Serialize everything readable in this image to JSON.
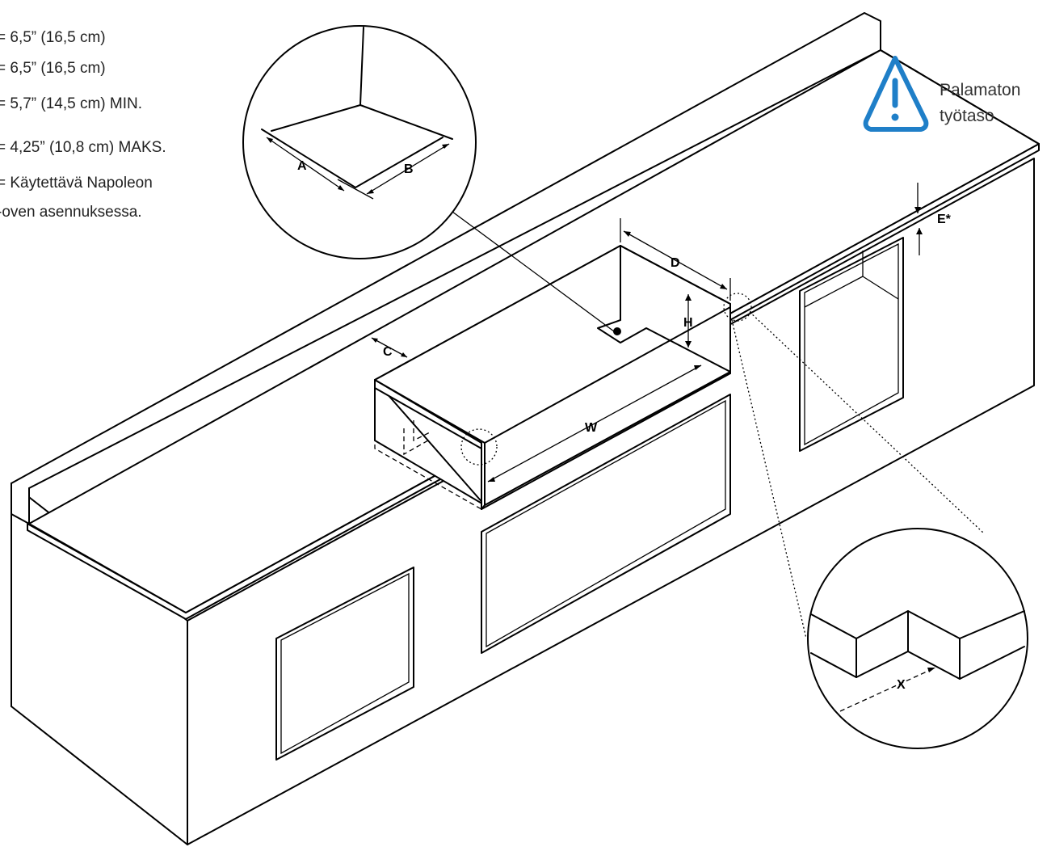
{
  "legend": {
    "line_a": "= 6,5” (16,5 cm)",
    "line_b": "= 6,5” (16,5 cm)",
    "line_c": "= 5,7” (14,5 cm) MIN.",
    "line_d": "= 4,25” (10,8 cm) MAKS.",
    "line_e1": "= Käytettävä Napoleon",
    "line_e2": "-oven asennuksessa."
  },
  "labels": {
    "a": "A",
    "b": "B",
    "c": "C",
    "d": "D",
    "e": "E*",
    "h": "H",
    "w": "W",
    "x": "X"
  },
  "warning": {
    "line1": "Palamaton",
    "line2": "työtaso",
    "icon": "warning-triangle-icon",
    "color": "#1f7fc8"
  }
}
